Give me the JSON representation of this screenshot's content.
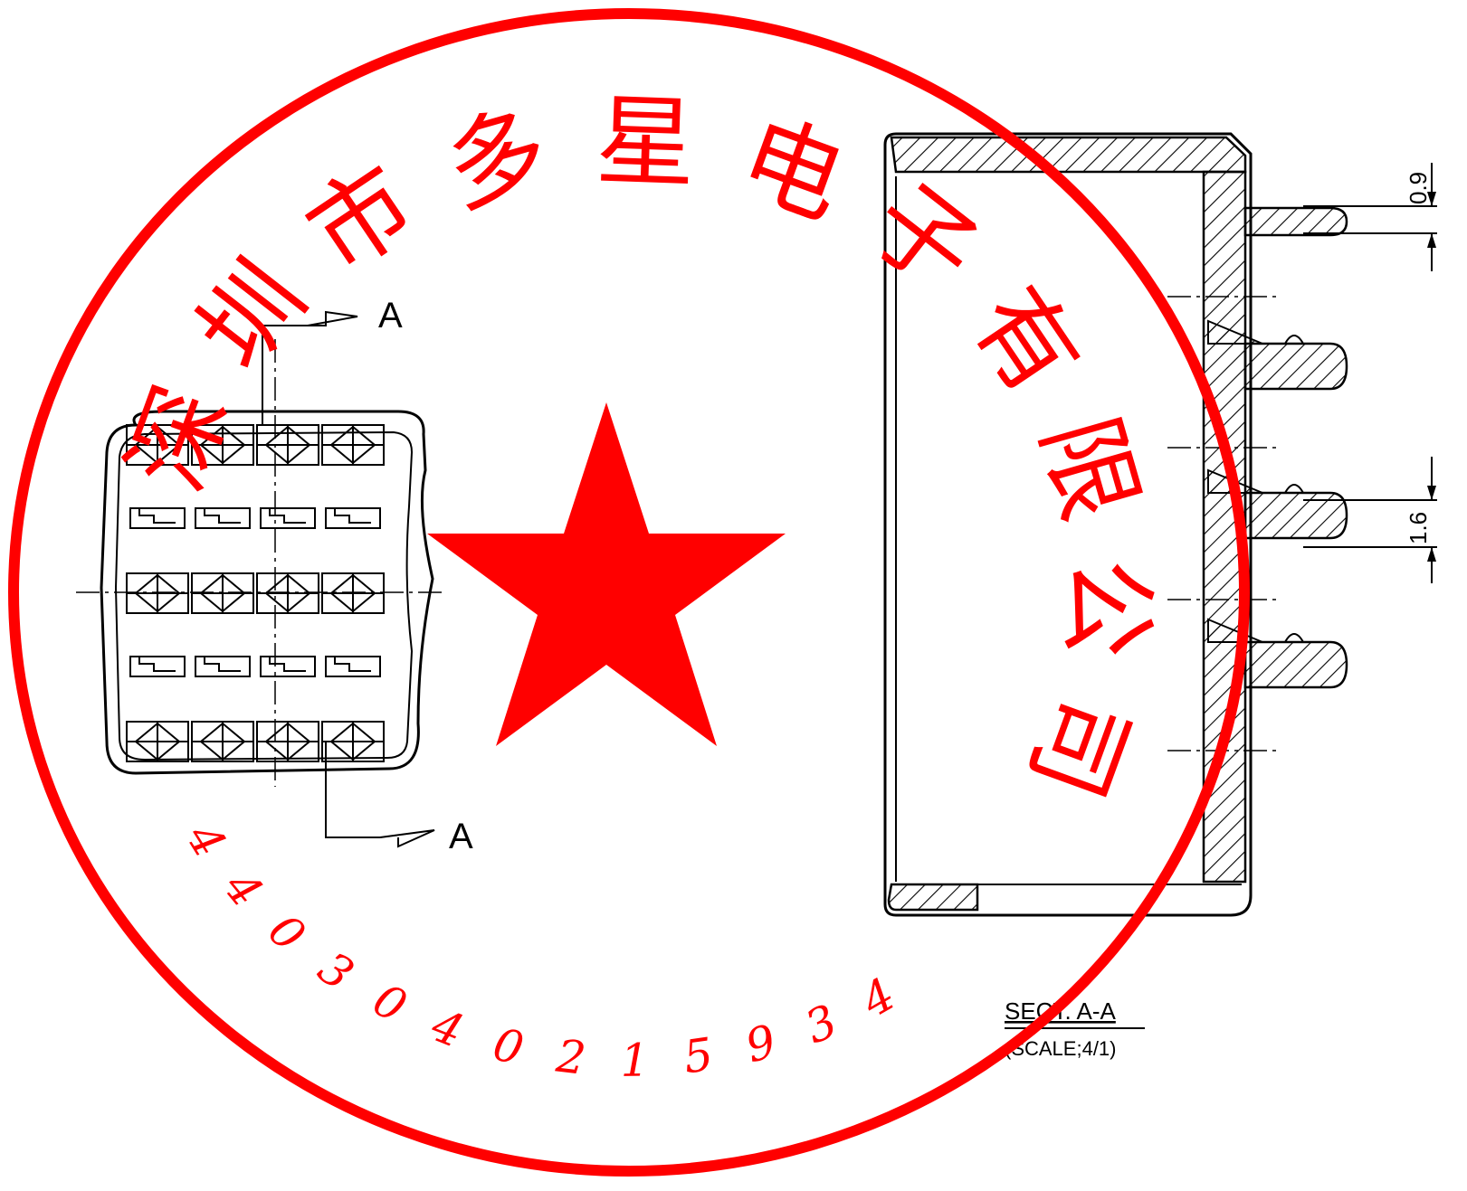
{
  "drawing": {
    "section_marker": "A",
    "section_title": "SECT. A-A",
    "section_scale": "(SCALE;4/1)",
    "dimensions": [
      {
        "value": "0.9"
      },
      {
        "value": "1.6"
      }
    ]
  },
  "stamp": {
    "color": "#ff0000",
    "company_name": "深圳市多星电子有限公司",
    "registration_number": "4403040215934",
    "center_symbol": "star-icon"
  }
}
